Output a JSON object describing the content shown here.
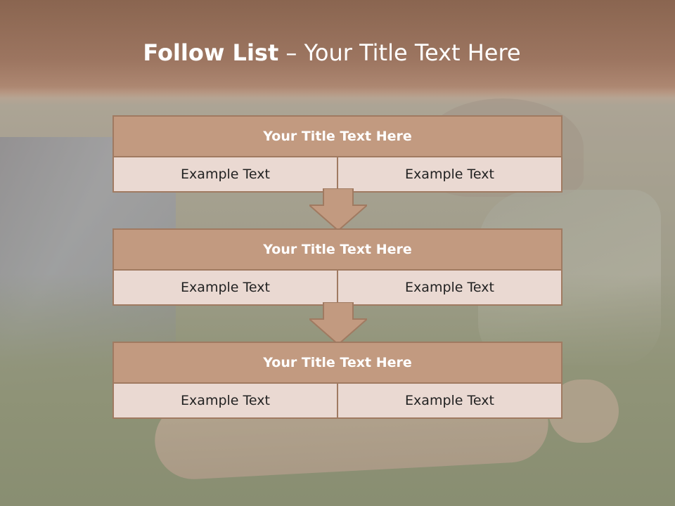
{
  "slide": {
    "title_bold": "Follow List",
    "title_rest": "– Your Title Text Here"
  },
  "steps": [
    {
      "heading": "Your Title Text Here",
      "left": "Example Text",
      "right": "Example Text"
    },
    {
      "heading": "Your Title Text Here",
      "left": "Example Text",
      "right": "Example Text"
    },
    {
      "heading": "Your Title Text Here",
      "left": "Example Text",
      "right": "Example Text"
    }
  ],
  "colors": {
    "header_fill": "#c29a80",
    "row_fill": "#ead9d2",
    "border": "#a07a61",
    "arrow_fill": "#c29a80"
  }
}
